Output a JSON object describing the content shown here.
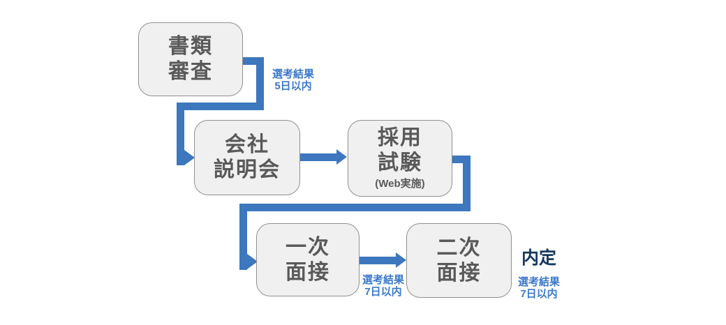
{
  "colors": {
    "arrow": "#3d77bd",
    "annotation": "#3a78cb",
    "box_bg": "#f0f0f0",
    "box_border": "#8f8f8f",
    "box_text": "#595959",
    "final_text": "#17375e",
    "background": "#ffffff"
  },
  "flow": {
    "steps": [
      {
        "name": "document-screening",
        "lines": [
          "書類",
          "審査"
        ]
      },
      {
        "name": "company-info-session",
        "lines": [
          "会社",
          "説明会"
        ]
      },
      {
        "name": "hiring-exam",
        "lines": [
          "採用",
          "試験"
        ],
        "sub": "(Web実施)"
      },
      {
        "name": "first-interview",
        "lines": [
          "一次",
          "面接"
        ]
      },
      {
        "name": "second-interview",
        "lines": [
          "二次",
          "面接"
        ]
      }
    ],
    "final_label": "内定",
    "annotations": [
      {
        "name": "result-after-screening",
        "lines": [
          "選考結果",
          "5日以内"
        ]
      },
      {
        "name": "result-after-first-interview",
        "lines": [
          "選考結果",
          "7日以内"
        ]
      },
      {
        "name": "result-after-second-interview",
        "lines": [
          "選考結果",
          "7日以内"
        ]
      }
    ]
  }
}
